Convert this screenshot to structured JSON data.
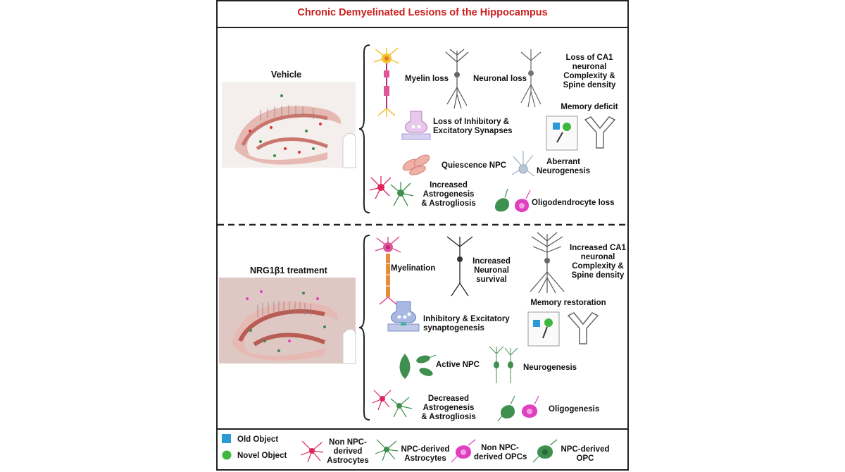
{
  "title": "Chronic Demyelinated Lesions of the Hippocampus",
  "vehicle": {
    "label": "Vehicle",
    "items": [
      "Myelin loss",
      "Neuronal loss",
      [
        "Loss of CA1",
        "neuronal",
        "Complexity &",
        "Spine density"
      ],
      "Memory deficit",
      [
        "Loss of Inhibitory &",
        "Excitatory Synapses"
      ],
      "Quiescence NPC",
      [
        "Aberrant",
        "Neurogenesis"
      ],
      [
        "Increased",
        "Astrogenesis",
        "& Astrogliosis"
      ],
      "Oligodendrocyte loss"
    ]
  },
  "treatment": {
    "label": "NRG1β1 treatment",
    "items": [
      "Myelination",
      [
        "Increased",
        "Neuronal",
        "survival"
      ],
      [
        "Increased CA1",
        "neuronal",
        "Complexity &",
        "Spine density"
      ],
      "Memory restoration",
      [
        "Inhibitory & Excitatory",
        "synaptogenesis"
      ],
      "Active NPC",
      "Neurogenesis",
      [
        "Decreased",
        "Astrogenesis",
        "& Astrogliosis"
      ],
      "Oligogenesis"
    ]
  },
  "legend": {
    "old_object": "Old Object",
    "novel_object": "Novel Object",
    "non_npc_astro": [
      "Non NPC-",
      "derived",
      "Astrocytes"
    ],
    "npc_astro": [
      "NPC-derived",
      "Astrocytes"
    ],
    "non_npc_opc": [
      "Non NPC-",
      "derived OPCs"
    ],
    "npc_opc": [
      "NPC-derived",
      "OPC"
    ]
  },
  "colors": {
    "title": "#cc1f1f",
    "old_object": "#2a9ad6",
    "novel_object": "#3db83d",
    "astro_non_npc": "#e0245e",
    "astro_npc": "#3f8f4f",
    "opc_non_npc": "#e040c0",
    "opc_npc": "#3f8f4f",
    "myelin_vehicle": "#f2c230",
    "myelin_treat": "#e0559a"
  }
}
